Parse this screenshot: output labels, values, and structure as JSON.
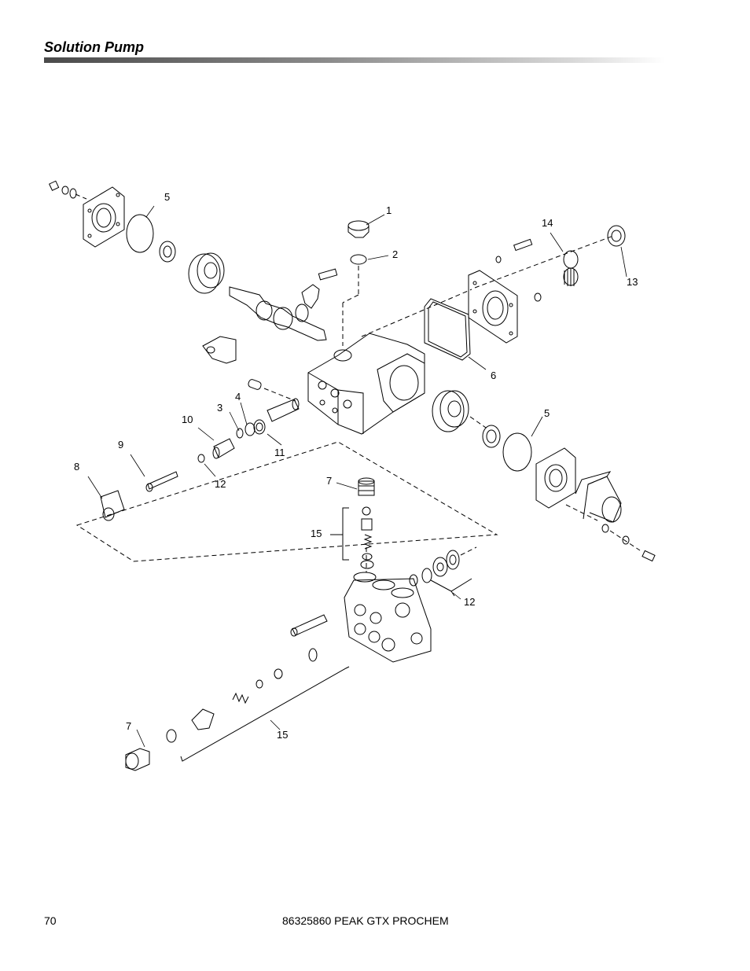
{
  "header": {
    "title": "Solution Pump"
  },
  "diagram": {
    "callouts": [
      {
        "id": "c1",
        "label": "1"
      },
      {
        "id": "c2",
        "label": "2"
      },
      {
        "id": "c3",
        "label": "3"
      },
      {
        "id": "c4",
        "label": "4"
      },
      {
        "id": "c5a",
        "label": "5"
      },
      {
        "id": "c5b",
        "label": "5"
      },
      {
        "id": "c6",
        "label": "6"
      },
      {
        "id": "c7a",
        "label": "7"
      },
      {
        "id": "c7b",
        "label": "7"
      },
      {
        "id": "c8",
        "label": "8"
      },
      {
        "id": "c9",
        "label": "9"
      },
      {
        "id": "c10",
        "label": "10"
      },
      {
        "id": "c11",
        "label": "11"
      },
      {
        "id": "c12a",
        "label": "12"
      },
      {
        "id": "c12b",
        "label": "12"
      },
      {
        "id": "c13",
        "label": "13"
      },
      {
        "id": "c14",
        "label": "14"
      },
      {
        "id": "c15a",
        "label": "15"
      },
      {
        "id": "c15b",
        "label": "15"
      }
    ]
  },
  "footer": {
    "page_number": "70",
    "document": "86325860 PEAK GTX PROCHEM"
  }
}
